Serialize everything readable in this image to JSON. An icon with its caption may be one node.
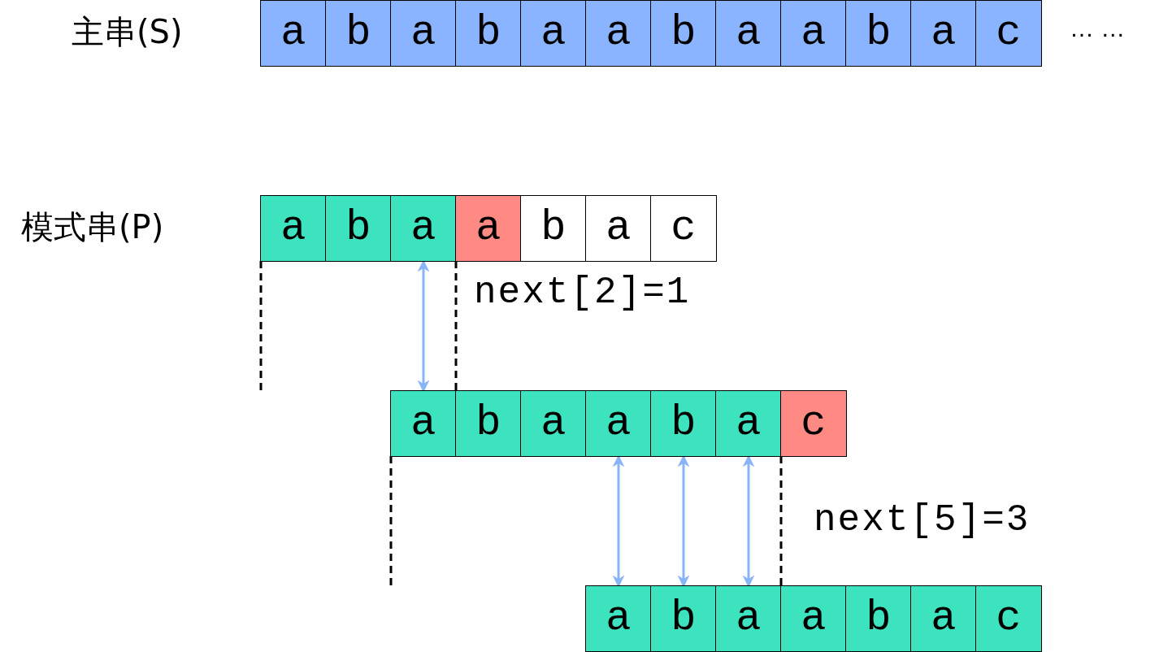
{
  "diagram": {
    "nodes": [
      {
        "text": [
          "a"
        ]
      },
      {
        "text": [
          "b"
        ]
      },
      {
        "text": [
          "a"
        ]
      },
      {
        "text": [
          "b"
        ]
      },
      {
        "text": [
          "a"
        ]
      },
      {
        "text": [
          "a"
        ]
      },
      {
        "text": [
          "b"
        ]
      },
      {
        "text": [
          "a"
        ]
      },
      {
        "text": [
          "a"
        ]
      },
      {
        "text": [
          "b"
        ]
      },
      {
        "text": [
          "a"
        ]
      },
      {
        "text": [
          "c"
        ]
      },
      {
        "text": [
          "a"
        ]
      },
      {
        "text": [
          "b"
        ]
      },
      {
        "text": [
          "a"
        ]
      },
      {
        "text": [
          "a"
        ]
      },
      {
        "text": [
          "b"
        ]
      },
      {
        "text": [
          "a"
        ]
      },
      {
        "text": [
          "c"
        ]
      },
      {
        "text": [
          "a"
        ]
      },
      {
        "text": [
          "b"
        ]
      },
      {
        "text": [
          "a"
        ]
      },
      {
        "text": [
          "a"
        ]
      },
      {
        "text": [
          "b"
        ]
      },
      {
        "text": [
          "a"
        ]
      },
      {
        "text": [
          "c"
        ]
      },
      {
        "text": [
          "a"
        ]
      },
      {
        "text": [
          "b"
        ]
      },
      {
        "text": [
          "a"
        ]
      },
      {
        "text": [
          "a"
        ]
      },
      {
        "text": [
          "b"
        ]
      },
      {
        "text": [
          "a"
        ]
      },
      {
        "text": [
          "c"
        ]
      }
    ],
    "edges": [
      {
        "from": 14,
        "to": 19,
        "arrow": "both"
      },
      {
        "from": 22,
        "to": 26,
        "arrow": "both"
      },
      {
        "from": 23,
        "to": 27,
        "arrow": "both"
      },
      {
        "from": 24,
        "to": 28,
        "arrow": "both"
      }
    ],
    "labels": [
      "主串(S)",
      "… …",
      "模式串(P)",
      "next[2]=1",
      "next[5]=3"
    ]
  }
}
